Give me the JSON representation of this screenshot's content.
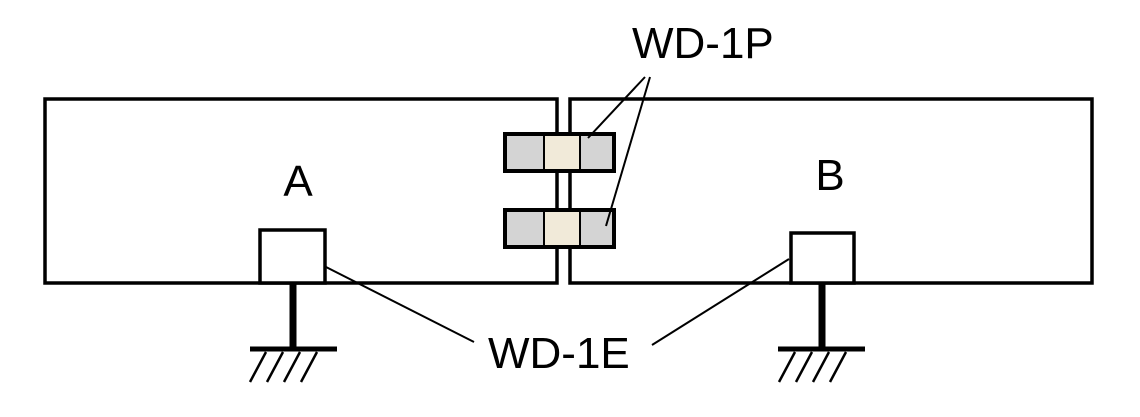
{
  "labels": {
    "block_a": "A",
    "block_b": "B",
    "pad_damper": "WD-1P",
    "end_damper": "WD-1E"
  },
  "colors": {
    "stroke": "#000000",
    "pad_gray": "#d4d4d4",
    "pad_center": "#f1ead9",
    "background": "#ffffff"
  }
}
